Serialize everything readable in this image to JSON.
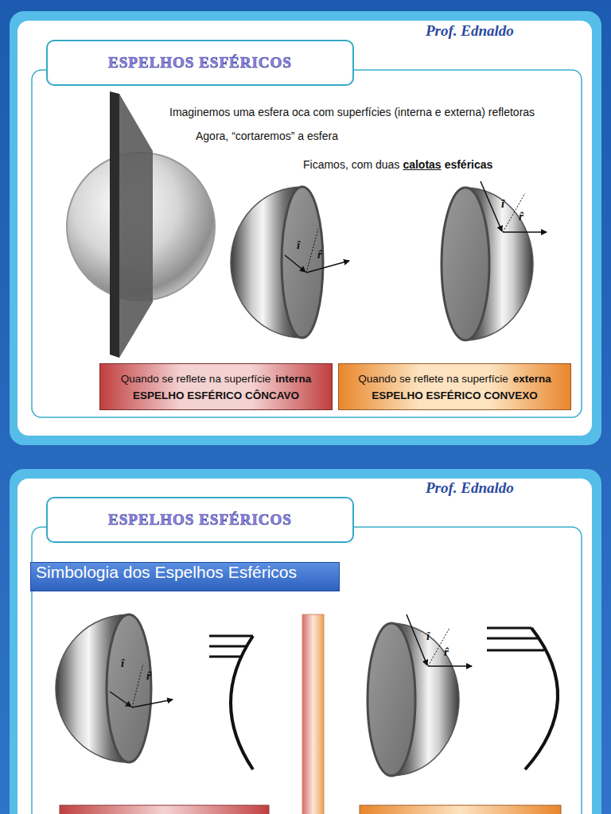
{
  "diagram": {
    "nodes": [
      {
        "text": [
          "ESPELHOS ESFÉRICOS"
        ]
      },
      {
        "text": [
          "Quando se reflete na superfície",
          "interna",
          "ESPELHO ESFÉRICO CÔNCAVO"
        ]
      },
      {
        "text": [
          "Quando se reflete na superfície",
          "externa",
          "ESPELHO ESFÉRICO CONVEXO"
        ]
      },
      {
        "text": [
          "ESPELHOS ESFÉRICOS"
        ]
      },
      {
        "text": [
          "Simbologia dos Espelhos Esféricos"
        ]
      }
    ],
    "labels": [
      "Prof. Ednaldo",
      "Imaginemos uma esfera oca com superfícies (interna e externa) refletoras",
      "Agora, “cortaremos” a esfera",
      "Ficamos, com duas",
      "calotas",
      "esféricas",
      "î",
      "r̂",
      "î",
      "r̂",
      "Prof. Ednaldo",
      "î",
      "r̂",
      "î",
      "r̂"
    ]
  }
}
